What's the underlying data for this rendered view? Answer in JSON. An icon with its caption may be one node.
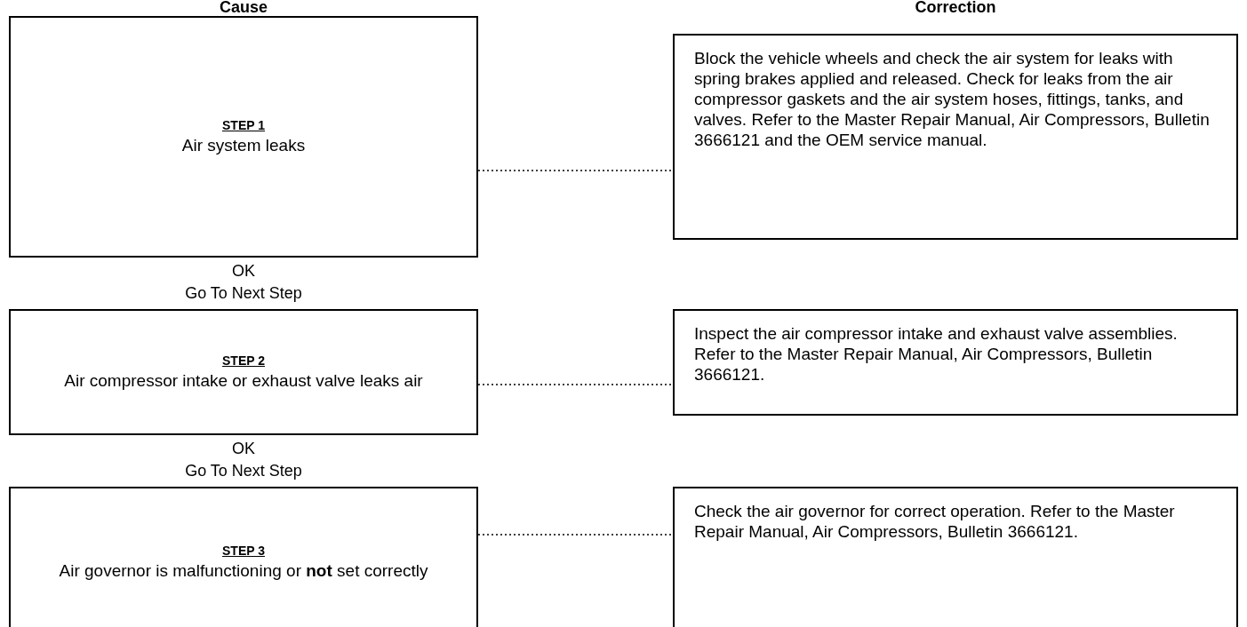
{
  "diagram": {
    "nodes": [
      {
        "text": [
          "STEP 1",
          "Air system leaks"
        ]
      },
      {
        "text": [
          "Block the vehicle wheels and check the air system for leaks with spring brakes applied and released. Check for leaks from the air compressor gaskets and the air system hoses, fittings, tanks, and valves. Refer to the Master Repair Manual, Air Compressors, Bulletin 3666121 and the OEM service manual."
        ]
      },
      {
        "text": [
          "STEP 2",
          "Air compressor intake or exhaust valve leaks air"
        ]
      },
      {
        "text": [
          "Inspect the air compressor intake and exhaust valve assemblies. Refer to the Master Repair Manual, Air Compressors, Bulletin 3666121."
        ]
      },
      {
        "text": [
          "STEP 3",
          "Air governor is malfunctioning or **not** set correctly"
        ]
      },
      {
        "text": [
          "Check the air governor for correct operation. Refer to the Master Repair Manual, Air Compressors, Bulletin 3666121."
        ]
      }
    ],
    "edges": [
      {
        "from": 0,
        "to": 1,
        "arrow": "none",
        "style": "dashed"
      },
      {
        "from": 2,
        "to": 3,
        "arrow": "none",
        "style": "dashed"
      },
      {
        "from": 4,
        "to": 5,
        "arrow": "none",
        "style": "dashed"
      }
    ],
    "labels": [
      "Cause",
      "Correction",
      "OK",
      "Go To Next Step",
      "OK",
      "Go To Next Step"
    ]
  }
}
